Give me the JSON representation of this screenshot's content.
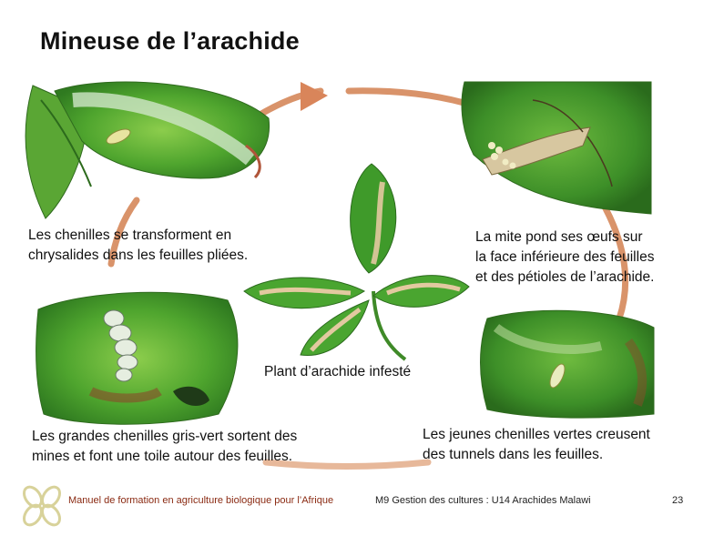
{
  "title": "Mineuse de l’arachide",
  "stages": {
    "pupa": {
      "lines": [
        "Les chenilles se transforment en",
        "chrysalides dans les feuilles pliées."
      ]
    },
    "moth": {
      "lines": [
        "La mite pond ses œufs sur",
        "la face inférieure des feuilles",
        "et des pétioles de l’arachide."
      ]
    },
    "plant": {
      "label": "Plant d’arachide infesté"
    },
    "young_larvae": {
      "lines": [
        "Les jeunes chenilles vertes creusent",
        "des tunnels dans les feuilles."
      ]
    },
    "large_larvae": {
      "lines": [
        "Les grandes chenilles gris-vert sortent des",
        "mines et font une toile autour des feuilles."
      ]
    }
  },
  "colors": {
    "cycle_ring": "#d9936a",
    "leaf_green": "#3f9a2a",
    "leaf_light": "#7cc247",
    "footer_accent": "#8a2a12",
    "logo": "#d8d29a"
  },
  "footer": {
    "manual": "Manuel de formation en agriculture biologique pour l’Afrique",
    "module": "M9 Gestion des cultures : U14 Arachides Malawi",
    "page": "23"
  },
  "icons": [
    "cycle-arrow-icon",
    "footer-logo-icon"
  ]
}
